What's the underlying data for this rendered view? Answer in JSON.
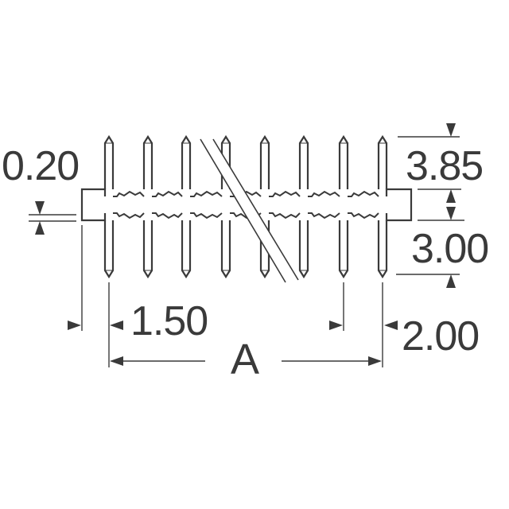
{
  "drawing": {
    "subject": "single-row pin header, side view",
    "pin_count_shown": 8,
    "line_color": "#3a3a3a",
    "background": "#ffffff",
    "units": "mm"
  },
  "dimensions": {
    "body_thickness_detail": "0.20",
    "pin_top_length": "3.85",
    "pin_bottom_length": "3.00",
    "first_pin_offset": "1.50",
    "pitch": "2.00",
    "overall_length": "A"
  }
}
